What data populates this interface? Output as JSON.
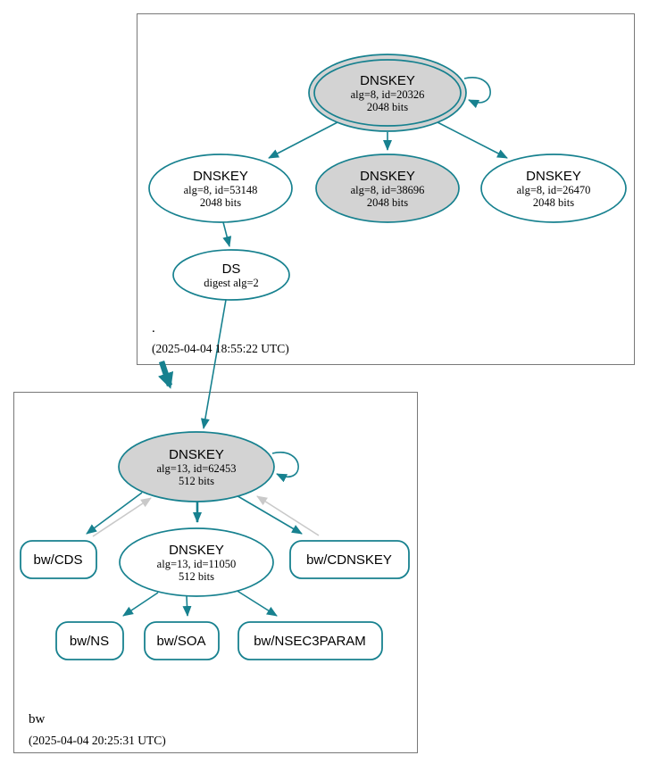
{
  "colors": {
    "edge_secure": "#17818f",
    "node_border": "#17818f",
    "sep_fill": "#d3d3d3",
    "node_fill": "#ffffff",
    "gray_edge": "#c9c9c9",
    "box_border": "#787878",
    "text": "#000000",
    "background": "#ffffff"
  },
  "zones": {
    "root": {
      "label": ".",
      "timestamp": "(2025-04-04 18:55:22 UTC)",
      "ksk": {
        "type": "DNSKEY",
        "detail1": "alg=8, id=20326",
        "detail2": "2048 bits"
      },
      "zsk_left": {
        "type": "DNSKEY",
        "detail1": "alg=8, id=53148",
        "detail2": "2048 bits"
      },
      "zsk_mid": {
        "type": "DNSKEY",
        "detail1": "alg=8, id=38696",
        "detail2": "2048 bits"
      },
      "zsk_right": {
        "type": "DNSKEY",
        "detail1": "alg=8, id=26470",
        "detail2": "2048 bits"
      },
      "ds": {
        "type": "DS",
        "detail1": "digest alg=2"
      }
    },
    "bw": {
      "label": "bw",
      "timestamp": "(2025-04-04 20:25:31 UTC)",
      "ksk": {
        "type": "DNSKEY",
        "detail1": "alg=13, id=62453",
        "detail2": "512 bits"
      },
      "zsk": {
        "type": "DNSKEY",
        "detail1": "alg=13, id=11050",
        "detail2": "512 bits"
      },
      "rrsets": {
        "cds": "bw/CDS",
        "cdnskey": "bw/CDNSKEY",
        "ns": "bw/NS",
        "soa": "bw/SOA",
        "nsec3param": "bw/NSEC3PARAM"
      }
    }
  }
}
